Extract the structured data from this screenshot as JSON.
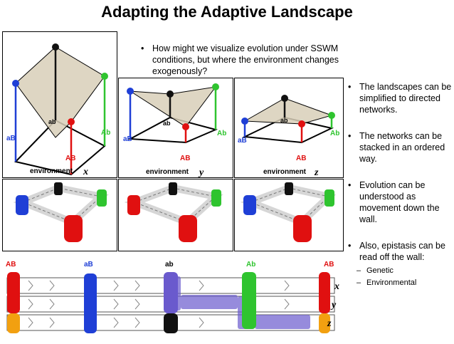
{
  "title": "Adapting the Adaptive Landscape",
  "intro_bullet": "How might we visualize evolution under SSWM conditions, but where the environment changes exogenously?",
  "right_bullets": [
    "The landscapes can be simplified to directed networks.",
    "The networks can be stacked in an ordered way.",
    "Evolution can be understood as movement down the wall.",
    "Also, epistasis can be read off the wall:"
  ],
  "sub_bullets": [
    "Genetic",
    "Environmental"
  ],
  "genotypes": {
    "ab": "ab",
    "aB": "aB",
    "Ab": "Ab",
    "AB": "AB"
  },
  "env_label": "environment",
  "environments": [
    "x",
    "y",
    "z"
  ],
  "colors": {
    "ab": "#111111",
    "aB": "#1f3fd6",
    "Ab": "#2fc42f",
    "AB": "#e01010",
    "z_stripe": "#f2a010",
    "surface": "#d8cfb8",
    "path": "#6a5acd"
  }
}
